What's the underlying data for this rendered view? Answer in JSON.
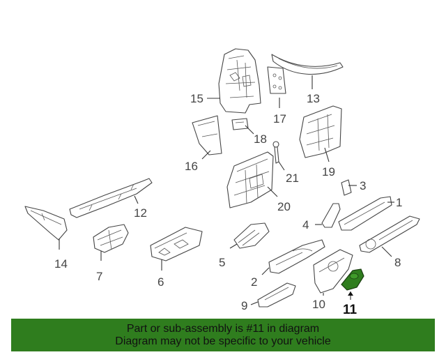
{
  "callouts": {
    "c1": "1",
    "c2": "2",
    "c3": "3",
    "c4": "4",
    "c5": "5",
    "c6": "6",
    "c7": "7",
    "c8": "8",
    "c9": "9",
    "c10": "10",
    "c11": "11",
    "c12": "12",
    "c13": "13",
    "c14": "14",
    "c15": "15",
    "c16": "16",
    "c17": "17",
    "c18": "18",
    "c19": "19",
    "c20": "20",
    "c21": "21"
  },
  "highlight": {
    "part": "11",
    "color": "#2f7d1e"
  },
  "banner": {
    "line1": "Part or sub-assembly is #11 in diagram",
    "line2": "Diagram may not be specific to your vehicle",
    "background": "#2f7d1e"
  }
}
